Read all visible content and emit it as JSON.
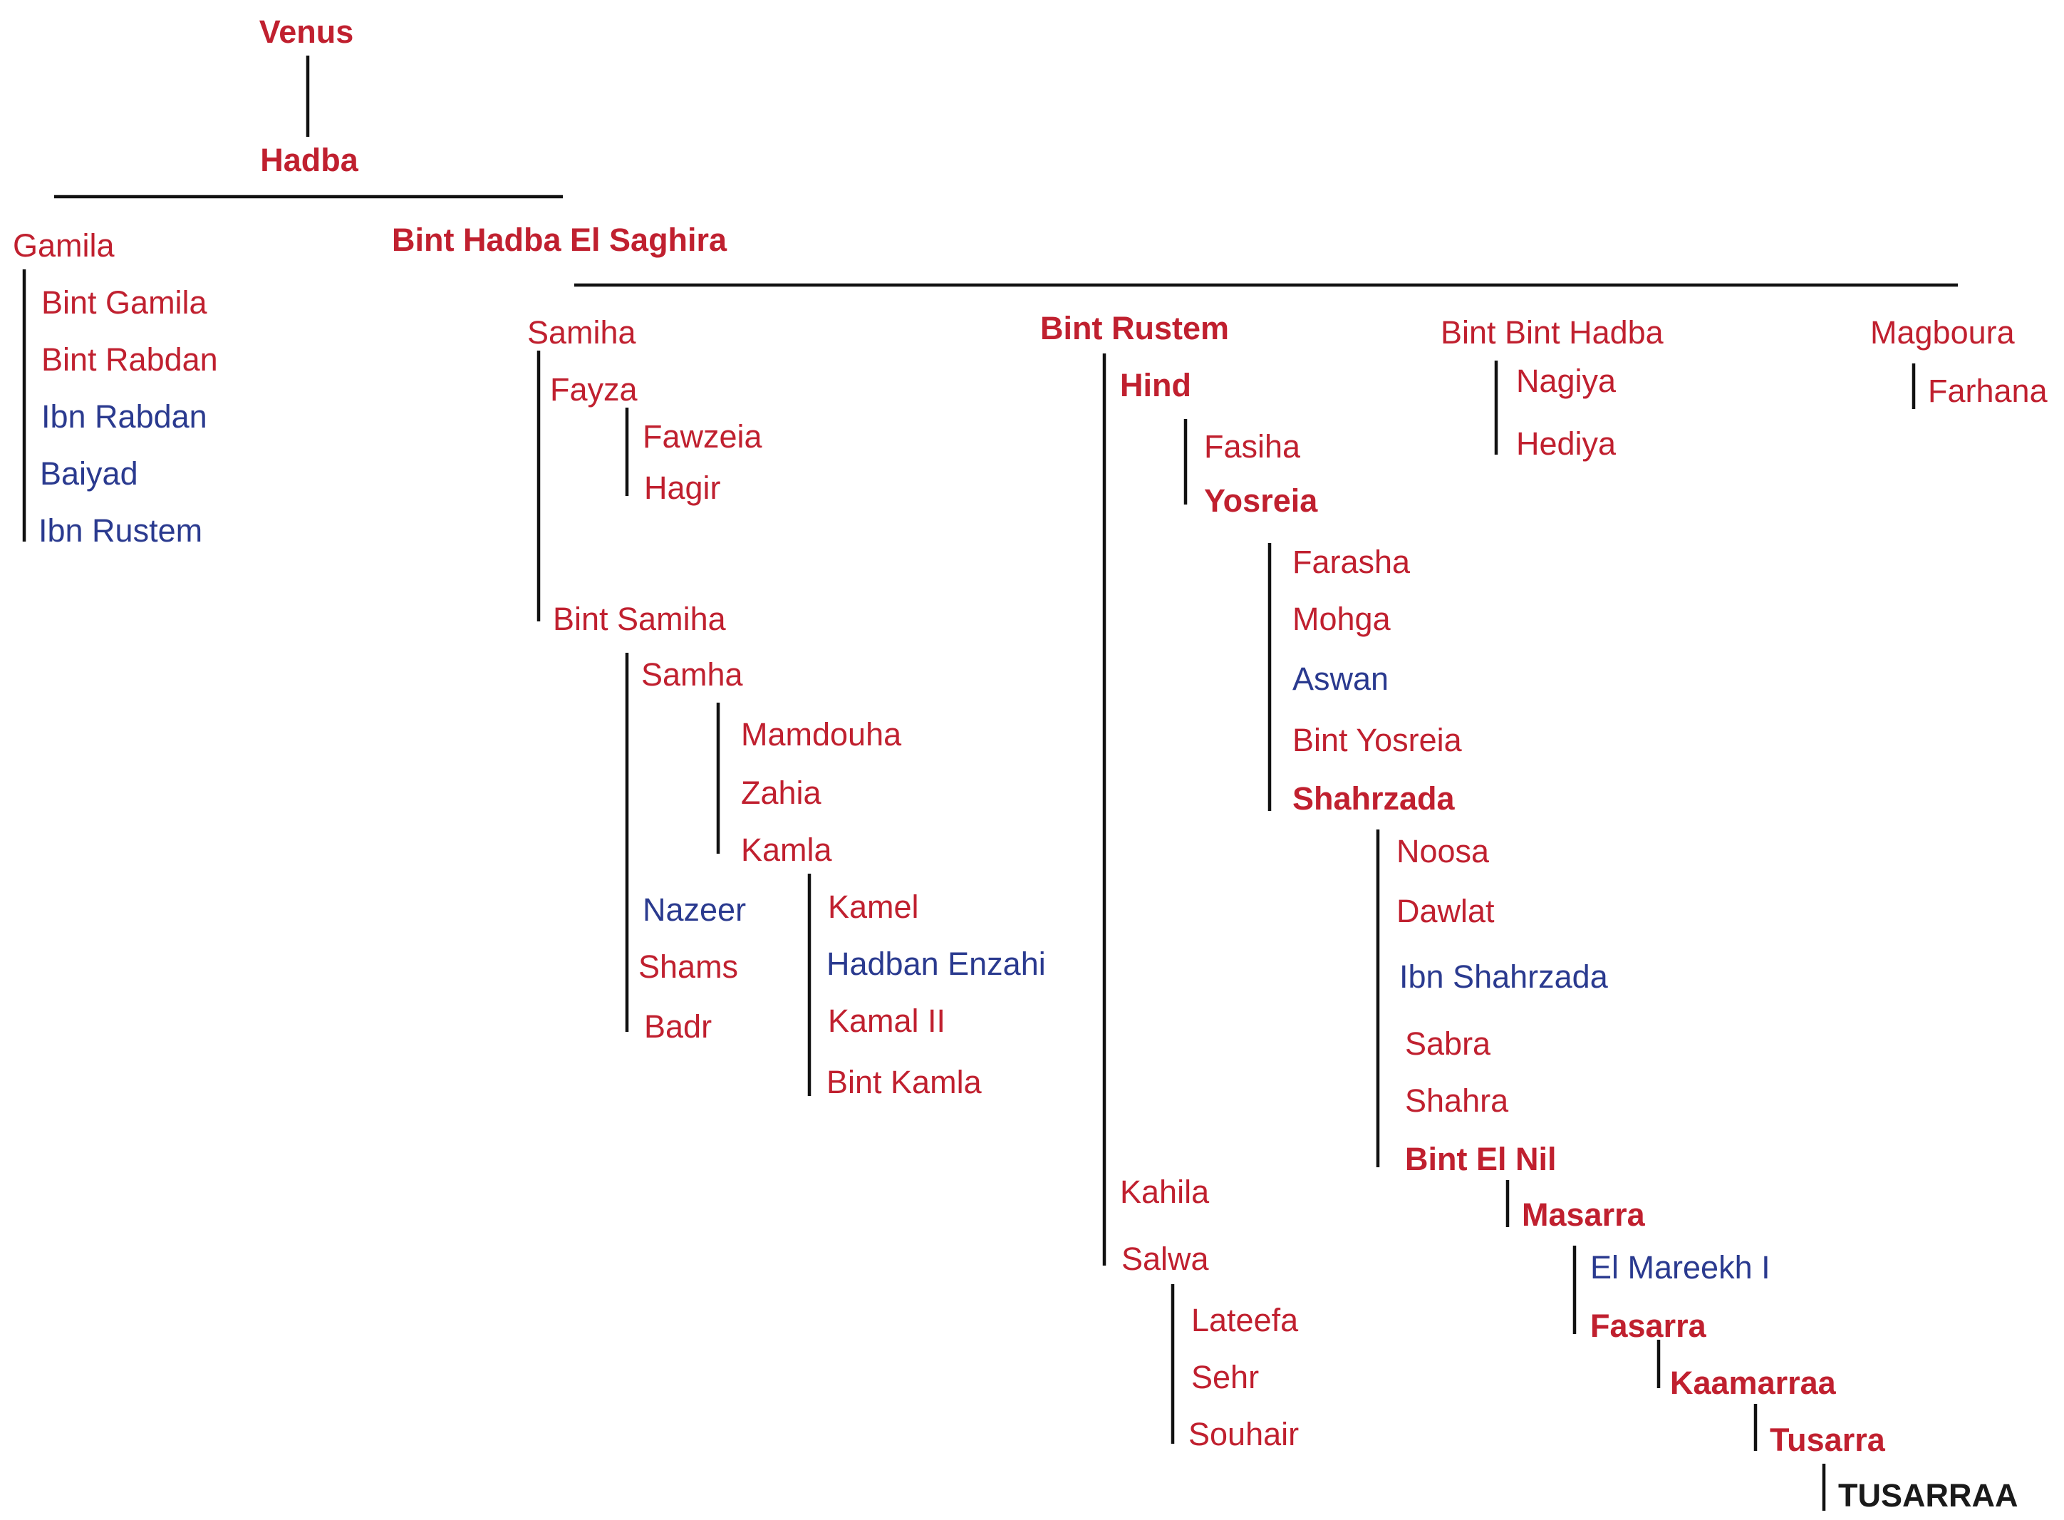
{
  "colors": {
    "female": "#c0202f",
    "male": "#2a3a8f",
    "final": "#1a1a1a",
    "line": "#111111"
  },
  "names": [
    {
      "id": "venus",
      "text": "Venus",
      "bold": true,
      "color": "female"
    },
    {
      "id": "hadba",
      "text": "Hadba",
      "bold": true,
      "color": "female"
    },
    {
      "id": "gamila",
      "text": "Gamila",
      "bold": false,
      "color": "female"
    },
    {
      "id": "bint-hadba-el-saghira",
      "text": "Bint Hadba El Saghira",
      "bold": true,
      "color": "female"
    },
    {
      "id": "bint-gamila",
      "text": "Bint Gamila",
      "bold": false,
      "color": "female"
    },
    {
      "id": "bint-rabdan",
      "text": "Bint Rabdan",
      "bold": false,
      "color": "female"
    },
    {
      "id": "ibn-rabdan",
      "text": "Ibn Rabdan",
      "bold": false,
      "color": "male"
    },
    {
      "id": "baiyad",
      "text": "Baiyad",
      "bold": false,
      "color": "male"
    },
    {
      "id": "ibn-rustem",
      "text": "Ibn Rustem",
      "bold": false,
      "color": "male"
    },
    {
      "id": "samiha",
      "text": "Samiha",
      "bold": false,
      "color": "female"
    },
    {
      "id": "bint-rustem",
      "text": "Bint Rustem",
      "bold": true,
      "color": "female"
    },
    {
      "id": "bint-bint-hadba",
      "text": "Bint Bint Hadba",
      "bold": false,
      "color": "female"
    },
    {
      "id": "magboura",
      "text": "Magboura",
      "bold": false,
      "color": "female"
    },
    {
      "id": "fayza",
      "text": "Fayza",
      "bold": false,
      "color": "female"
    },
    {
      "id": "fawzeia",
      "text": "Fawzeia",
      "bold": false,
      "color": "female"
    },
    {
      "id": "hagir",
      "text": "Hagir",
      "bold": false,
      "color": "female"
    },
    {
      "id": "bint-samiha",
      "text": "Bint Samiha",
      "bold": false,
      "color": "female"
    },
    {
      "id": "samha",
      "text": "Samha",
      "bold": false,
      "color": "female"
    },
    {
      "id": "mamdouha",
      "text": "Mamdouha",
      "bold": false,
      "color": "female"
    },
    {
      "id": "zahia",
      "text": "Zahia",
      "bold": false,
      "color": "female"
    },
    {
      "id": "kamla",
      "text": "Kamla",
      "bold": false,
      "color": "female"
    },
    {
      "id": "nazeer",
      "text": "Nazeer",
      "bold": false,
      "color": "male"
    },
    {
      "id": "shams",
      "text": "Shams",
      "bold": false,
      "color": "female"
    },
    {
      "id": "badr",
      "text": "Badr",
      "bold": false,
      "color": "female"
    },
    {
      "id": "kamel",
      "text": "Kamel",
      "bold": false,
      "color": "female"
    },
    {
      "id": "hadban-enzahi",
      "text": "Hadban Enzahi",
      "bold": false,
      "color": "male"
    },
    {
      "id": "kamal-ii",
      "text": "Kamal II",
      "bold": false,
      "color": "female"
    },
    {
      "id": "bint-kamla",
      "text": "Bint Kamla",
      "bold": false,
      "color": "female"
    },
    {
      "id": "hind",
      "text": "Hind",
      "bold": true,
      "color": "female"
    },
    {
      "id": "fasiha",
      "text": "Fasiha",
      "bold": false,
      "color": "female"
    },
    {
      "id": "yosreia",
      "text": "Yosreia",
      "bold": true,
      "color": "female"
    },
    {
      "id": "farasha",
      "text": "Farasha",
      "bold": false,
      "color": "female"
    },
    {
      "id": "mohga",
      "text": "Mohga",
      "bold": false,
      "color": "female"
    },
    {
      "id": "aswan",
      "text": "Aswan",
      "bold": false,
      "color": "male"
    },
    {
      "id": "bint-yosreia",
      "text": "Bint Yosreia",
      "bold": false,
      "color": "female"
    },
    {
      "id": "shahrzada",
      "text": "Shahrzada",
      "bold": true,
      "color": "female"
    },
    {
      "id": "noosa",
      "text": "Noosa",
      "bold": false,
      "color": "female"
    },
    {
      "id": "dawlat",
      "text": "Dawlat",
      "bold": false,
      "color": "female"
    },
    {
      "id": "ibn-shahrzada",
      "text": "Ibn Shahrzada",
      "bold": false,
      "color": "male"
    },
    {
      "id": "sabra",
      "text": "Sabra",
      "bold": false,
      "color": "female"
    },
    {
      "id": "shahra",
      "text": "Shahra",
      "bold": false,
      "color": "female"
    },
    {
      "id": "bint-el-nil",
      "text": "Bint El Nil",
      "bold": true,
      "color": "female"
    },
    {
      "id": "masarra",
      "text": "Masarra",
      "bold": true,
      "color": "female"
    },
    {
      "id": "el-mareekh-i",
      "text": "El Mareekh I",
      "bold": false,
      "color": "male"
    },
    {
      "id": "fasarra",
      "text": "Fasarra",
      "bold": true,
      "color": "female"
    },
    {
      "id": "kaamarraa",
      "text": "Kaamarraa",
      "bold": true,
      "color": "female"
    },
    {
      "id": "tusarra",
      "text": "Tusarra",
      "bold": true,
      "color": "female"
    },
    {
      "id": "tusarraa",
      "text": "TUSARRAA",
      "bold": true,
      "color": "final"
    },
    {
      "id": "kahila",
      "text": "Kahila",
      "bold": false,
      "color": "female"
    },
    {
      "id": "salwa",
      "text": "Salwa",
      "bold": false,
      "color": "female"
    },
    {
      "id": "lateefa",
      "text": "Lateefa",
      "bold": false,
      "color": "female"
    },
    {
      "id": "sehr",
      "text": "Sehr",
      "bold": false,
      "color": "female"
    },
    {
      "id": "souhair",
      "text": "Souhair",
      "bold": false,
      "color": "female"
    },
    {
      "id": "bint-bint-hadba-nagiya",
      "text": "Nagiya",
      "bold": false,
      "color": "female"
    },
    {
      "id": "hediya",
      "text": "Hediya",
      "bold": false,
      "color": "female"
    },
    {
      "id": "farhana",
      "text": "Farhana",
      "bold": false,
      "color": "female"
    }
  ]
}
